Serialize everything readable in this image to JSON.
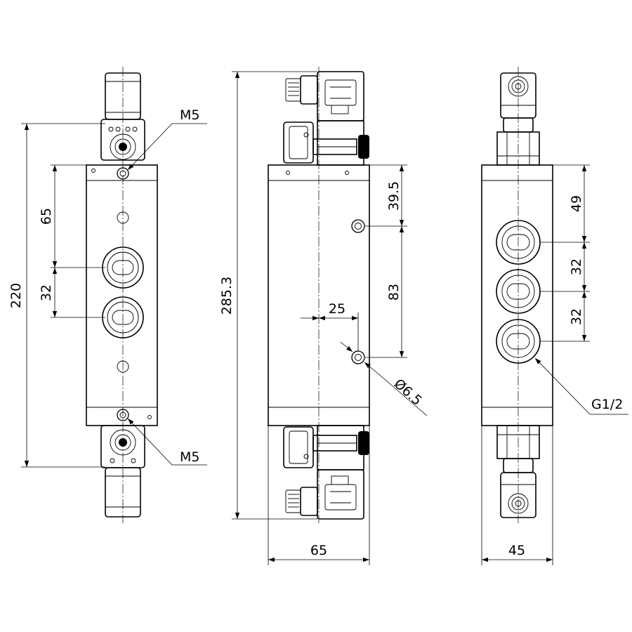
{
  "views": {
    "front": {
      "dims": {
        "overall_height": "220",
        "upper_spacing": "65",
        "port_spacing": "32"
      },
      "callouts": {
        "top_thread": "M5",
        "bottom_thread": "M5"
      }
    },
    "side": {
      "dims": {
        "overall_length": "285.3",
        "width": "65",
        "top_offset": "39.5",
        "hole_spacing": "83",
        "hole_offset": "25",
        "hole_diameter": "Ø6.5"
      }
    },
    "end": {
      "dims": {
        "width": "45",
        "top_offset": "49",
        "port_pitch_1": "32",
        "port_pitch_2": "32"
      },
      "callouts": {
        "port_thread": "G1/2"
      }
    }
  }
}
